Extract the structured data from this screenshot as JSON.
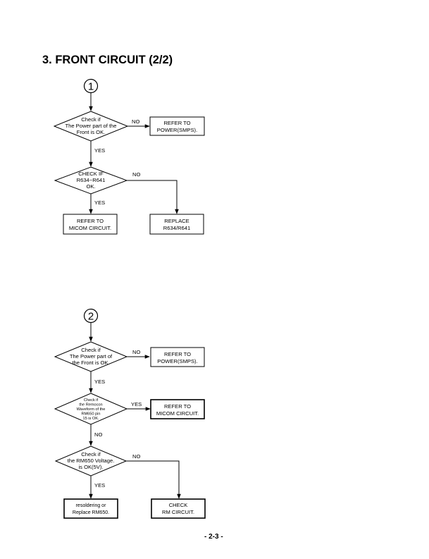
{
  "title": "3. FRONT CIRCUIT (2/2)",
  "page_number": "- 2-3 -",
  "flowchart1": {
    "connector": "1",
    "decision_power": [
      "Check if",
      "The Power part of the",
      "Front is OK."
    ],
    "decision_power_no": "NO",
    "decision_power_yes": "YES",
    "box_power": [
      "REFER TO",
      "POWER(SMPS)."
    ],
    "decision_r634": [
      "CHECK IF",
      "R634~R641",
      "OK."
    ],
    "decision_r634_no": "NO",
    "decision_r634_yes": "YES",
    "box_micom": [
      "REFER TO",
      "MICOM CIRCUIT."
    ],
    "box_replace": [
      "REPLACE",
      "R634/R641"
    ]
  },
  "flowchart2": {
    "connector": "2",
    "decision_power": [
      "Check if",
      "The Power part of",
      "the Front is OK."
    ],
    "decision_power_no": "NO",
    "decision_power_yes": "YES",
    "box_power": [
      "REFER TO",
      "POWER(SMPS)."
    ],
    "decision_remocon": [
      "Check if",
      "the Remocon",
      "Waveform of the",
      "RM650 pin",
      "15 is OK."
    ],
    "decision_remocon_yes": "YES",
    "decision_remocon_no": "NO",
    "box_micom": [
      "REFER TO",
      "MICOM CIRCUIT."
    ],
    "decision_voltage": [
      "Check if",
      "the RM650 Voltage.",
      "is OK(5V)."
    ],
    "decision_voltage_no": "NO",
    "decision_voltage_yes": "YES",
    "box_resolder": [
      "resoldering or",
      "Replace RM650."
    ],
    "box_rm": [
      "CHECK",
      "RM CIRCUIT."
    ]
  }
}
